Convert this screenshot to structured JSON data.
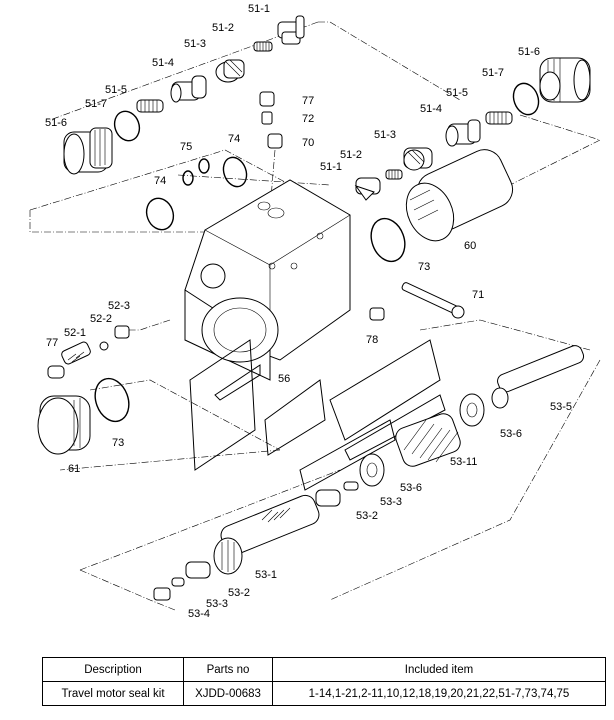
{
  "diagram": {
    "labels": [
      {
        "id": "l-51-1a",
        "text": "51-1"
      },
      {
        "id": "l-51-2a",
        "text": "51-2"
      },
      {
        "id": "l-51-3a",
        "text": "51-3"
      },
      {
        "id": "l-51-4a",
        "text": "51-4"
      },
      {
        "id": "l-51-5a",
        "text": "51-5"
      },
      {
        "id": "l-51-7a",
        "text": "51-7"
      },
      {
        "id": "l-51-6a",
        "text": "51-6"
      },
      {
        "id": "l-51-6b",
        "text": "51-6"
      },
      {
        "id": "l-51-7b",
        "text": "51-7"
      },
      {
        "id": "l-51-5b",
        "text": "51-5"
      },
      {
        "id": "l-51-4b",
        "text": "51-4"
      },
      {
        "id": "l-51-3b",
        "text": "51-3"
      },
      {
        "id": "l-51-2b",
        "text": "51-2"
      },
      {
        "id": "l-51-1b",
        "text": "51-1"
      },
      {
        "id": "l-77a",
        "text": "77"
      },
      {
        "id": "l-72",
        "text": "72"
      },
      {
        "id": "l-70",
        "text": "70"
      },
      {
        "id": "l-74a",
        "text": "74"
      },
      {
        "id": "l-75",
        "text": "75"
      },
      {
        "id": "l-74b",
        "text": "74"
      },
      {
        "id": "l-60",
        "text": "60"
      },
      {
        "id": "l-73a",
        "text": "73"
      },
      {
        "id": "l-71",
        "text": "71"
      },
      {
        "id": "l-78",
        "text": "78"
      },
      {
        "id": "l-56",
        "text": "56"
      },
      {
        "id": "l-52-3",
        "text": "52-3"
      },
      {
        "id": "l-52-2",
        "text": "52-2"
      },
      {
        "id": "l-52-1",
        "text": "52-1"
      },
      {
        "id": "l-77b",
        "text": "77"
      },
      {
        "id": "l-73b",
        "text": "73"
      },
      {
        "id": "l-61",
        "text": "61"
      },
      {
        "id": "l-53-5",
        "text": "53-5"
      },
      {
        "id": "l-53-6a",
        "text": "53-6"
      },
      {
        "id": "l-53-11",
        "text": "53-11"
      },
      {
        "id": "l-53-6b",
        "text": "53-6"
      },
      {
        "id": "l-53-3a",
        "text": "53-3"
      },
      {
        "id": "l-53-2a",
        "text": "53-2"
      },
      {
        "id": "l-53-1",
        "text": "53-1"
      },
      {
        "id": "l-53-2b",
        "text": "53-2"
      },
      {
        "id": "l-53-3b",
        "text": "53-3"
      },
      {
        "id": "l-53-4",
        "text": "53-4"
      }
    ]
  },
  "table": {
    "headers": [
      "Description",
      "Parts no",
      "Included item"
    ],
    "row": {
      "description": "Travel motor seal kit",
      "parts_no": "XJDD-00683",
      "included": "1-14,1-21,2-11,10,12,18,19,20,21,22,51-7,73,74,75"
    }
  }
}
